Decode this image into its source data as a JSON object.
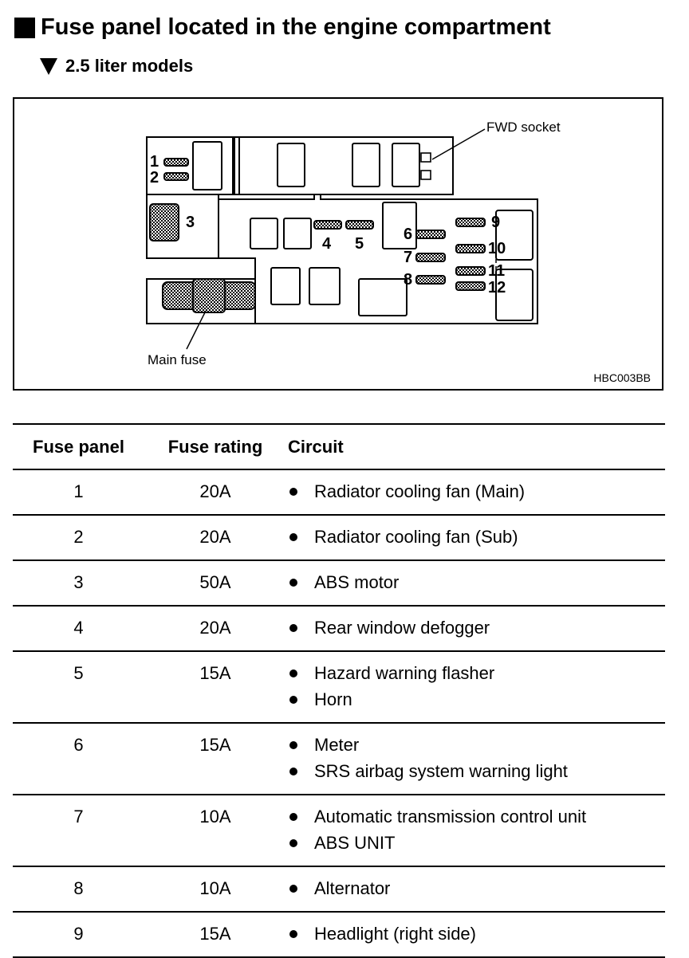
{
  "header": {
    "title": "Fuse panel located in the engine compartment",
    "subtitle": "2.5 liter models"
  },
  "figure": {
    "fwd_socket_label": "FWD socket",
    "main_fuse_label": "Main fuse",
    "image_code": "HBC003BB",
    "fuse_numbers": [
      "1",
      "2",
      "3",
      "4",
      "5",
      "6",
      "7",
      "8",
      "9",
      "10",
      "11",
      "12"
    ]
  },
  "table": {
    "headers": [
      "Fuse panel",
      "Fuse rating",
      "Circuit"
    ],
    "rows": [
      {
        "panel": "1",
        "rating": "20A",
        "circuits": [
          "Radiator cooling fan (Main)"
        ]
      },
      {
        "panel": "2",
        "rating": "20A",
        "circuits": [
          "Radiator cooling fan (Sub)"
        ]
      },
      {
        "panel": "3",
        "rating": "50A",
        "circuits": [
          "ABS motor"
        ]
      },
      {
        "panel": "4",
        "rating": "20A",
        "circuits": [
          "Rear window defogger"
        ]
      },
      {
        "panel": "5",
        "rating": "15A",
        "circuits": [
          "Hazard warning flasher",
          "Horn"
        ]
      },
      {
        "panel": "6",
        "rating": "15A",
        "circuits": [
          "Meter",
          "SRS airbag system warning light"
        ]
      },
      {
        "panel": "7",
        "rating": "10A",
        "circuits": [
          "Automatic transmission control unit",
          "ABS UNIT"
        ]
      },
      {
        "panel": "8",
        "rating": "10A",
        "circuits": [
          "Alternator"
        ]
      },
      {
        "panel": "9",
        "rating": "15A",
        "circuits": [
          "Headlight (right side)"
        ]
      }
    ]
  }
}
